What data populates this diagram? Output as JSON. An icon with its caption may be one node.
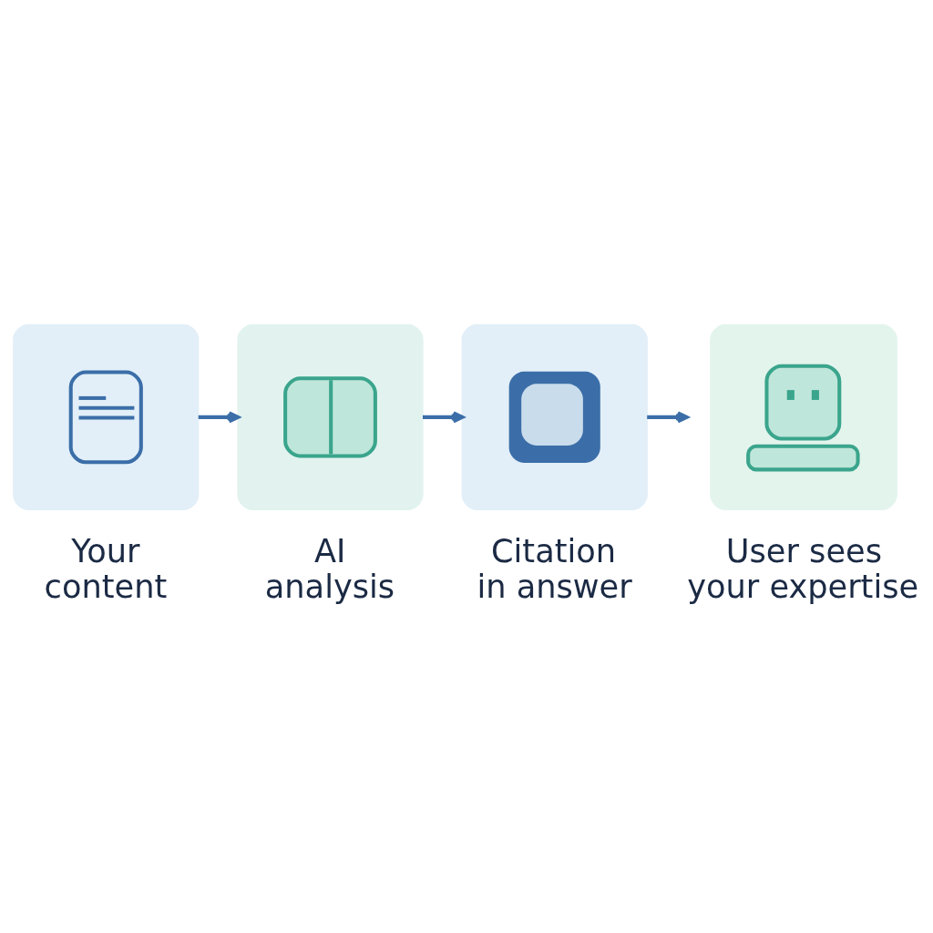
{
  "diagram": {
    "nodes": [
      {
        "text": [
          "Your content"
        ]
      },
      {
        "text": [
          "AI analysis"
        ]
      },
      {
        "text": [
          "Citation in answer"
        ]
      },
      {
        "text": [
          "User sees your expertise"
        ]
      }
    ],
    "edges": [
      {
        "from": 0,
        "to": 1,
        "arrow": "to"
      },
      {
        "from": 1,
        "to": 2,
        "arrow": "to"
      },
      {
        "from": 2,
        "to": 3,
        "arrow": "to"
      }
    ]
  }
}
